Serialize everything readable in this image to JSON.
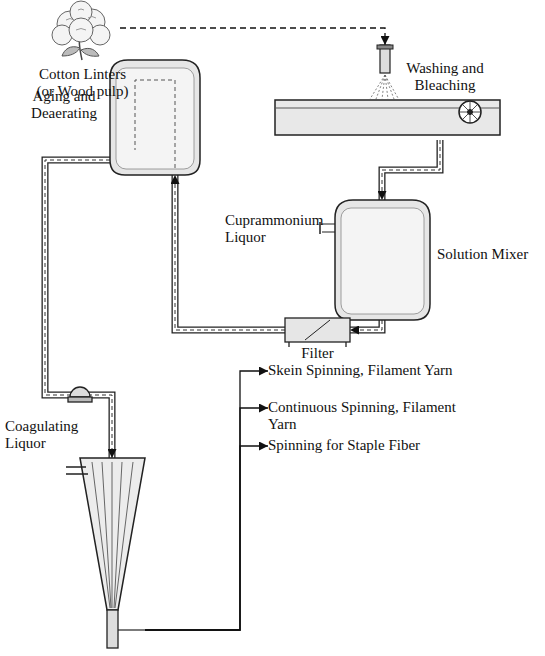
{
  "diagram": {
    "nodes": [
      {
        "text": [
          "Cotton Linters (or Wood pulp)"
        ]
      },
      {
        "text": [
          "Washing and Bleaching"
        ]
      },
      {
        "text": [
          "Solution Mixer"
        ]
      },
      {
        "text": [
          "Filter"
        ]
      },
      {
        "text": [
          "Aging and Deaerating"
        ]
      },
      {
        "text": [
          "Coagulating Liquor"
        ]
      },
      {
        "text": [
          "Skein Spinning, Filament Yarn"
        ]
      },
      {
        "text": [
          "Continuous Spinning, Filament Yarn"
        ]
      },
      {
        "text": [
          "Spinning for Staple Fiber"
        ]
      }
    ],
    "edges": [
      {
        "from": 0,
        "to": 1,
        "arrow": "to"
      },
      {
        "from": 1,
        "to": 2,
        "arrow": "to"
      },
      {
        "from": 2,
        "to": 3,
        "arrow": "to"
      },
      {
        "from": 3,
        "to": 4,
        "arrow": "to"
      },
      {
        "from": 4,
        "to": 5,
        "arrow": "to"
      },
      {
        "from": 5,
        "to": 6,
        "arrow": "to"
      },
      {
        "from": 5,
        "to": 7,
        "arrow": "to"
      },
      {
        "from": 5,
        "to": 8,
        "arrow": "to"
      }
    ],
    "labels": [
      "Cuprammonium Liquor"
    ]
  }
}
